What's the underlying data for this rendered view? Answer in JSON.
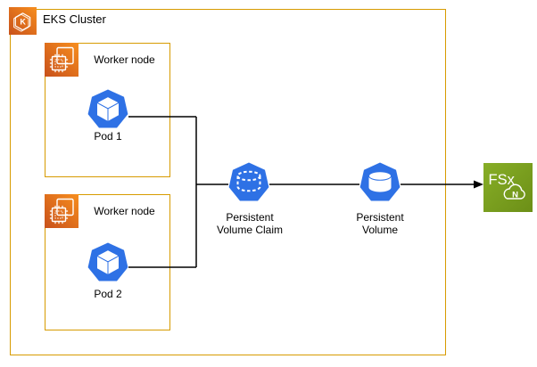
{
  "diagram": {
    "cluster": {
      "label": "EKS Cluster",
      "icon": "eks-hexagon-k-icon",
      "letter": "K"
    },
    "workers": [
      {
        "label": "Worker node",
        "icon": "cpu-chip-icon",
        "pod": "Pod 1",
        "pod_icon": "kubernetes-pod-icon"
      },
      {
        "label": "Worker node",
        "icon": "cpu-chip-icon",
        "pod": "Pod 2",
        "pod_icon": "kubernetes-pod-icon"
      }
    ],
    "pvc": {
      "line1": "Persistent",
      "line2": "Volume Claim",
      "icon": "persistent-volume-claim-icon"
    },
    "pv": {
      "line1": "Persistent",
      "line2": "Volume",
      "icon": "persistent-volume-icon"
    },
    "fsx": {
      "label": "FSx",
      "badge": "N",
      "icon": "fsx-netapp-ontap-icon"
    },
    "connections": [
      {
        "from": "Pod 1",
        "to": "Persistent Volume Claim",
        "arrow": false
      },
      {
        "from": "Pod 2",
        "to": "Persistent Volume Claim",
        "arrow": false
      },
      {
        "from": "Persistent Volume Claim",
        "to": "Persistent Volume",
        "arrow": false
      },
      {
        "from": "Persistent Volume",
        "to": "FSx",
        "arrow": true
      }
    ],
    "colors": {
      "box_border_orange": "#D79B00",
      "aws_orange_dark": "#C8511B",
      "aws_orange_light": "#FF9900",
      "kubernetes_blue": "#2E71E5",
      "fsx_green_light": "#87AE27",
      "fsx_green_dark": "#6C8F17",
      "connector_black": "#000000",
      "text_black": "#000000"
    }
  }
}
